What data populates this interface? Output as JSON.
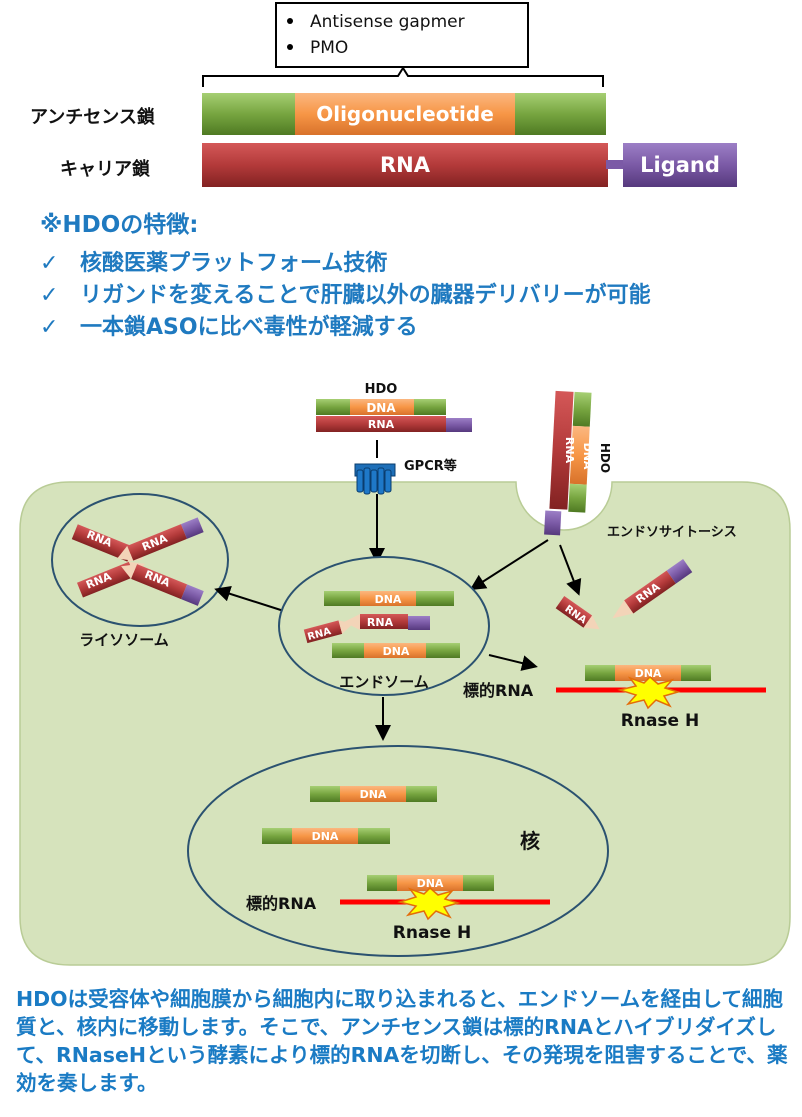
{
  "top": {
    "box_items": [
      "Antisense gapmer",
      "PMO"
    ],
    "antisense_label": "アンチセンス鎖",
    "carrier_label": "キャリア鎖",
    "oligo_label": "Oligonucleotide",
    "rna_label": "RNA",
    "ligand_label": "Ligand"
  },
  "features": {
    "title": "※HDOの特徴:",
    "items": [
      "核酸医薬プラットフォーム技術",
      "リガンドを変えることで肝臓以外の臓器デリバリーが可能",
      "一本鎖ASOに比べ毒性が軽減する"
    ],
    "check": "✓"
  },
  "diagram": {
    "hdo": "HDO",
    "dna": "DNA",
    "rna": "RNA",
    "gpcr": "GPCR等",
    "endocytosis": "エンドソサイトーシス",
    "lysosome": "ライソソーム",
    "endosome": "エンドソーム",
    "target_rna": "標的RNA",
    "rnase": "Rnase H",
    "nucleus": "核"
  },
  "bottom_text": "HDOは受容体や細胞膜から細胞内に取り込まれると、エンドソームを経由して細胞質と、核内に移動します。そこで、アンチセンス鎖は標的RNAとハイブリダイズして、RNaseHという酵素により標的RNAを切断し、その発現を阻害することで、薬効を奏します。",
  "colors": {
    "green": "#77a540",
    "orange": "#f79646",
    "rna_red": "#b33a3a",
    "ligand_purple": "#7b5aa6",
    "cell": "#d6e3bc",
    "target_red": "#ff0000",
    "blast": "#ffff00",
    "text_blue": "#1f7ac0"
  }
}
